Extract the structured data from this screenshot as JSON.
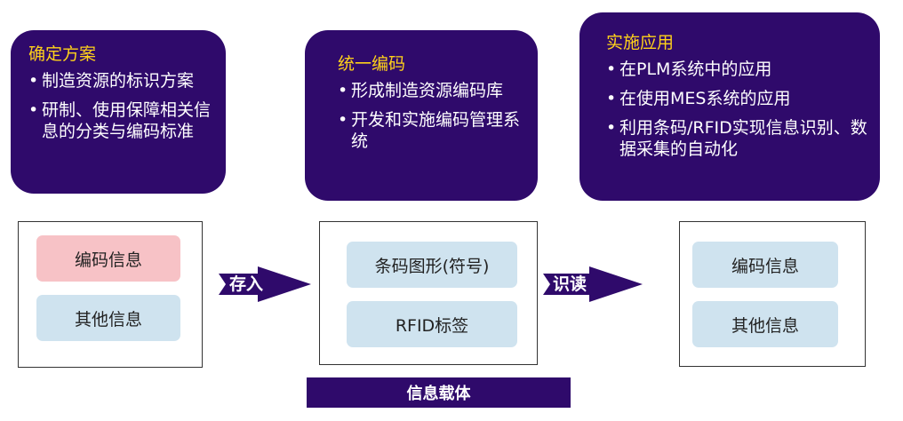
{
  "box1": {
    "title": "确定方案",
    "items": [
      "制造资源的标识方案",
      "研制、使用保障相关信息的分类与编码标准"
    ]
  },
  "box2": {
    "title": "统一编码",
    "items": [
      "形成制造资源编码库",
      "开发和实施编码管理系统"
    ]
  },
  "box3": {
    "title": "实施应用",
    "items": [
      "在PLM系统中的应用",
      "在使用MES系统的应用",
      "利用条码/RFID实现信息识别、数据采集的自动化"
    ]
  },
  "left_frame": {
    "top": "编码信息",
    "bottom": "其他信息"
  },
  "mid_frame": {
    "top": "条码图形(符号)",
    "bottom": "RFID标签"
  },
  "right_frame": {
    "top": "编码信息",
    "bottom": "其他信息"
  },
  "arrow_store": "存入",
  "arrow_read": "识读",
  "carrier_label": "信息载体",
  "colors": {
    "purple": "#2f0a6b",
    "yellow_title": "#ffd21a",
    "chip_blue": "#cfe3ef",
    "chip_pink": "#f7c2c6"
  }
}
